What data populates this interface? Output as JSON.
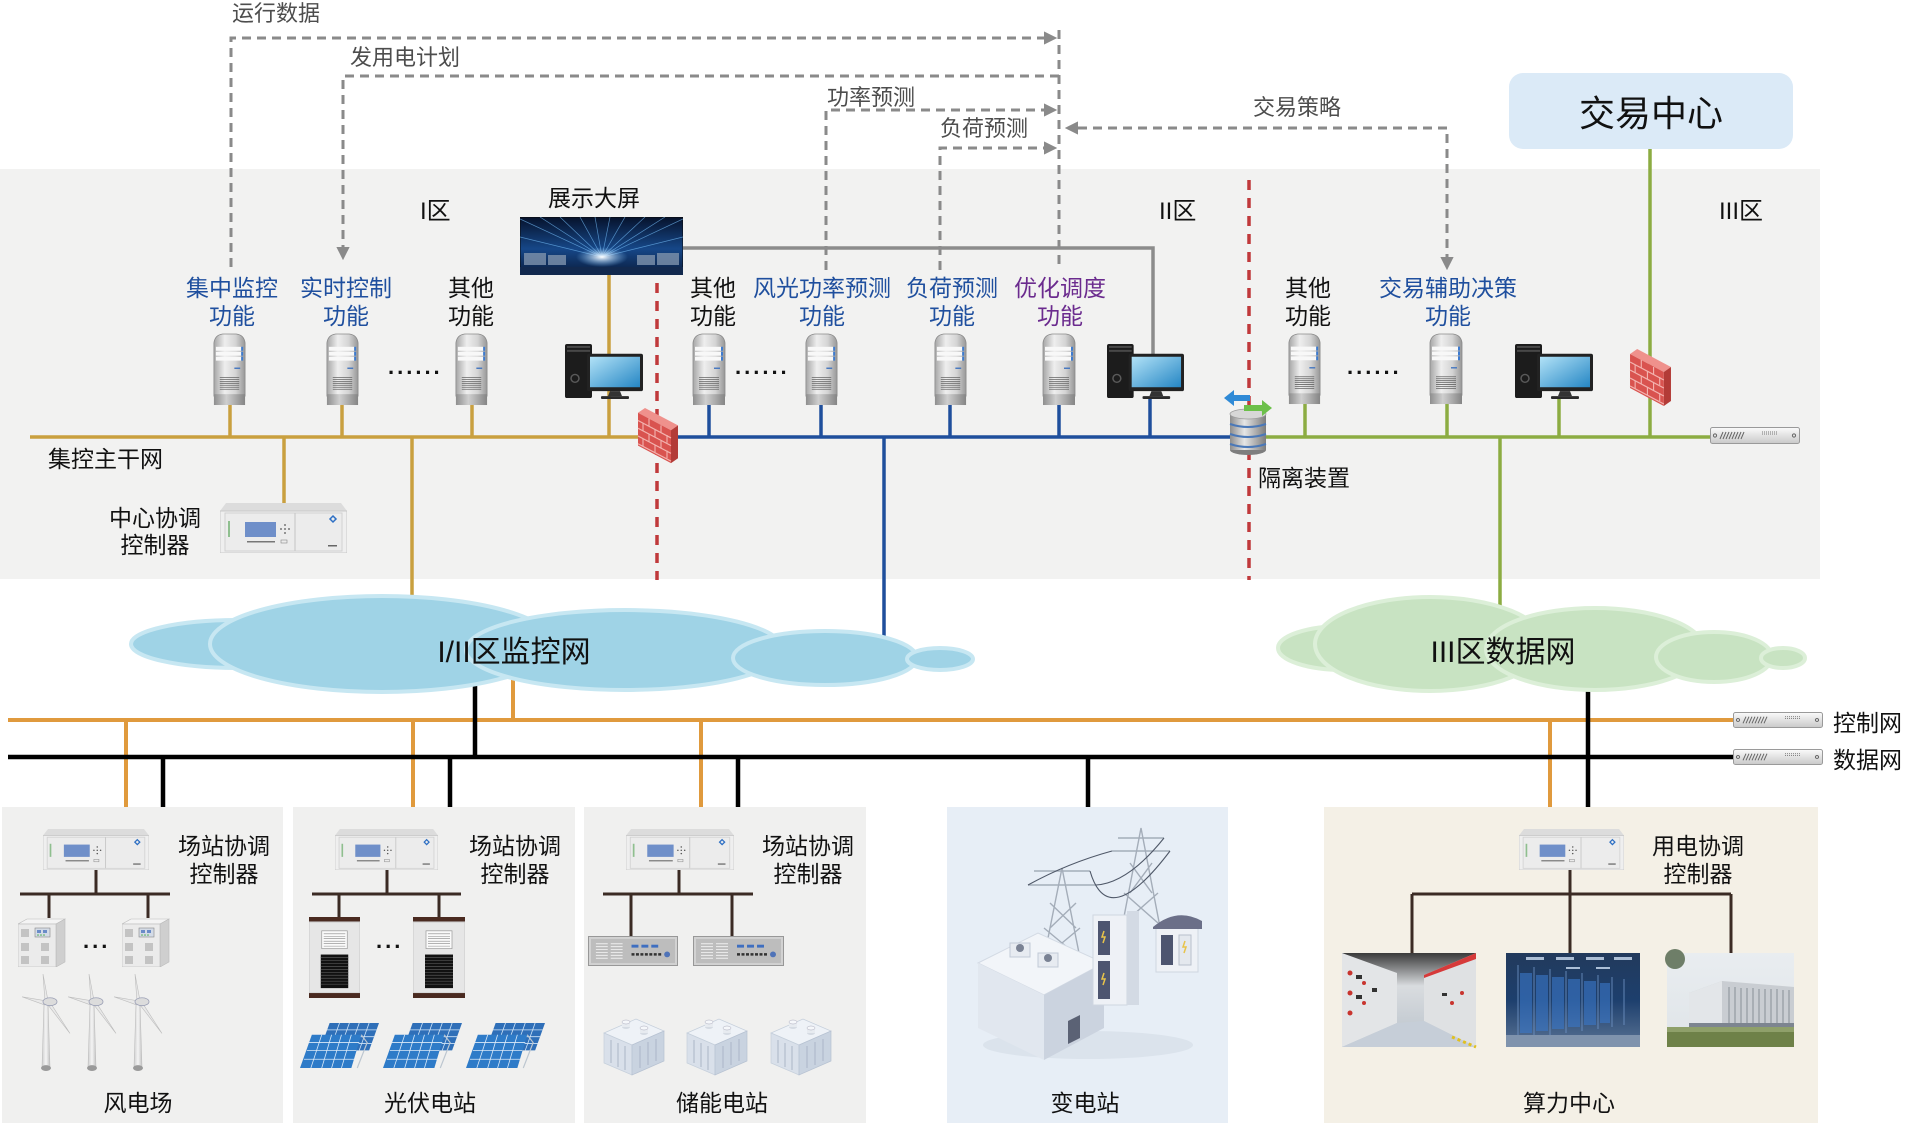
{
  "flows": {
    "operation_data": "运行数据",
    "generation_consumption_plan": "发用电计划",
    "power_forecast": "功率预测",
    "load_forecast": "负荷预测",
    "trading_strategy": "交易策略"
  },
  "trading_center": "交易中心",
  "zones": {
    "zone_1": "I区",
    "zone_2": "II区",
    "zone_3": "III区"
  },
  "display_screen": "展示大屏",
  "zone_1": {
    "functions": [
      {
        "line1": "集中监控",
        "line2": "功能"
      },
      {
        "line1": "实时控制",
        "line2": "功能"
      },
      {
        "line1": "其他",
        "line2": "功能"
      }
    ],
    "ellipsis": "......",
    "backbone_label": "集控主干网",
    "central_controller": {
      "line1": "中心协调",
      "line2": "控制器"
    }
  },
  "zone_2": {
    "functions": [
      {
        "line1": "其他",
        "line2": "功能"
      },
      {
        "line1": "风光功率预测",
        "line2": "功能"
      },
      {
        "line1": "负荷预测",
        "line2": "功能"
      },
      {
        "line1": "优化调度",
        "line2": "功能"
      }
    ],
    "ellipsis": "......",
    "isolation_device": "隔离装置"
  },
  "zone_3": {
    "functions": [
      {
        "line1": "其他",
        "line2": "功能"
      },
      {
        "line1": "交易辅助决策",
        "line2": "功能"
      }
    ],
    "ellipsis": "......"
  },
  "clouds": {
    "monitoring_net": "I/II区监控网",
    "data_net": "III区数据网"
  },
  "wide_networks": {
    "control_net": "控制网",
    "data_net": "数据网"
  },
  "sites": [
    {
      "name": "风电场",
      "controller": {
        "line1": "场站协调",
        "line2": "控制器"
      },
      "ellipsis": "..."
    },
    {
      "name": "光伏电站",
      "controller": {
        "line1": "场站协调",
        "line2": "控制器"
      },
      "ellipsis": "..."
    },
    {
      "name": "储能电站",
      "controller": {
        "line1": "场站协调",
        "line2": "控制器"
      }
    },
    {
      "name": "变电站"
    },
    {
      "name": "算力中心",
      "controller": {
        "line1": "用电协调",
        "line2": "控制器"
      }
    }
  ],
  "colors": {
    "zone1_backbone": "#c9a03f",
    "zone2_bus": "#1f4f9c",
    "zone3_bus": "#8cac42",
    "control_net": "#e09a3d",
    "data_net": "#000000",
    "isolation_boundary": "#c0393b",
    "flow_arrow": "#8a8a8a",
    "display_link": "#8c8c8c",
    "site_tree": "#3b2b24",
    "monitoring_cloud": "#9fd3e6",
    "data_cloud": "#c8e3c2"
  }
}
